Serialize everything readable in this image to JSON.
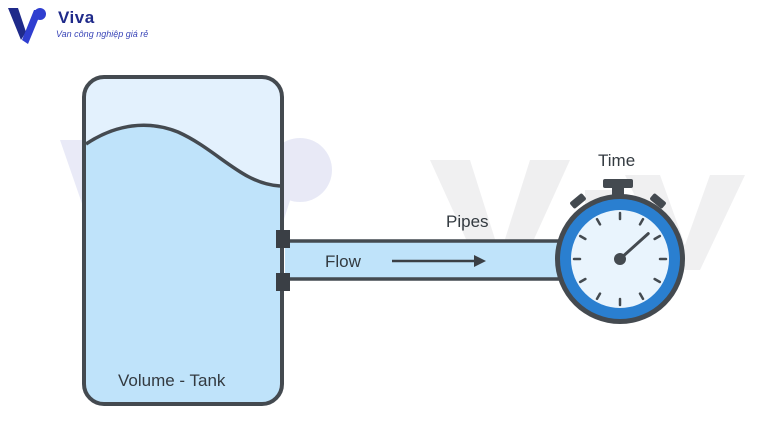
{
  "brand": {
    "name": "Viva",
    "tagline": "Van công nghiệp giá rẻ",
    "color": "#1f2a8a"
  },
  "diagram": {
    "tank_label": "Volume - Tank",
    "flow_label": "Flow",
    "pipes_label": "Pipes",
    "time_label": "Time",
    "stopwatch_hand_reading_minutes": 8
  },
  "colors": {
    "outline": "#444a50",
    "water": "#bfe3fa",
    "tank_air": "#e3f1fd",
    "stopwatch_ring": "#2a7fd0",
    "stopwatch_face": "#e9f4fd"
  },
  "icons": {
    "logo": "viva-logo-icon",
    "flow_arrow": "arrow-right-icon",
    "stopwatch": "stopwatch-icon"
  }
}
